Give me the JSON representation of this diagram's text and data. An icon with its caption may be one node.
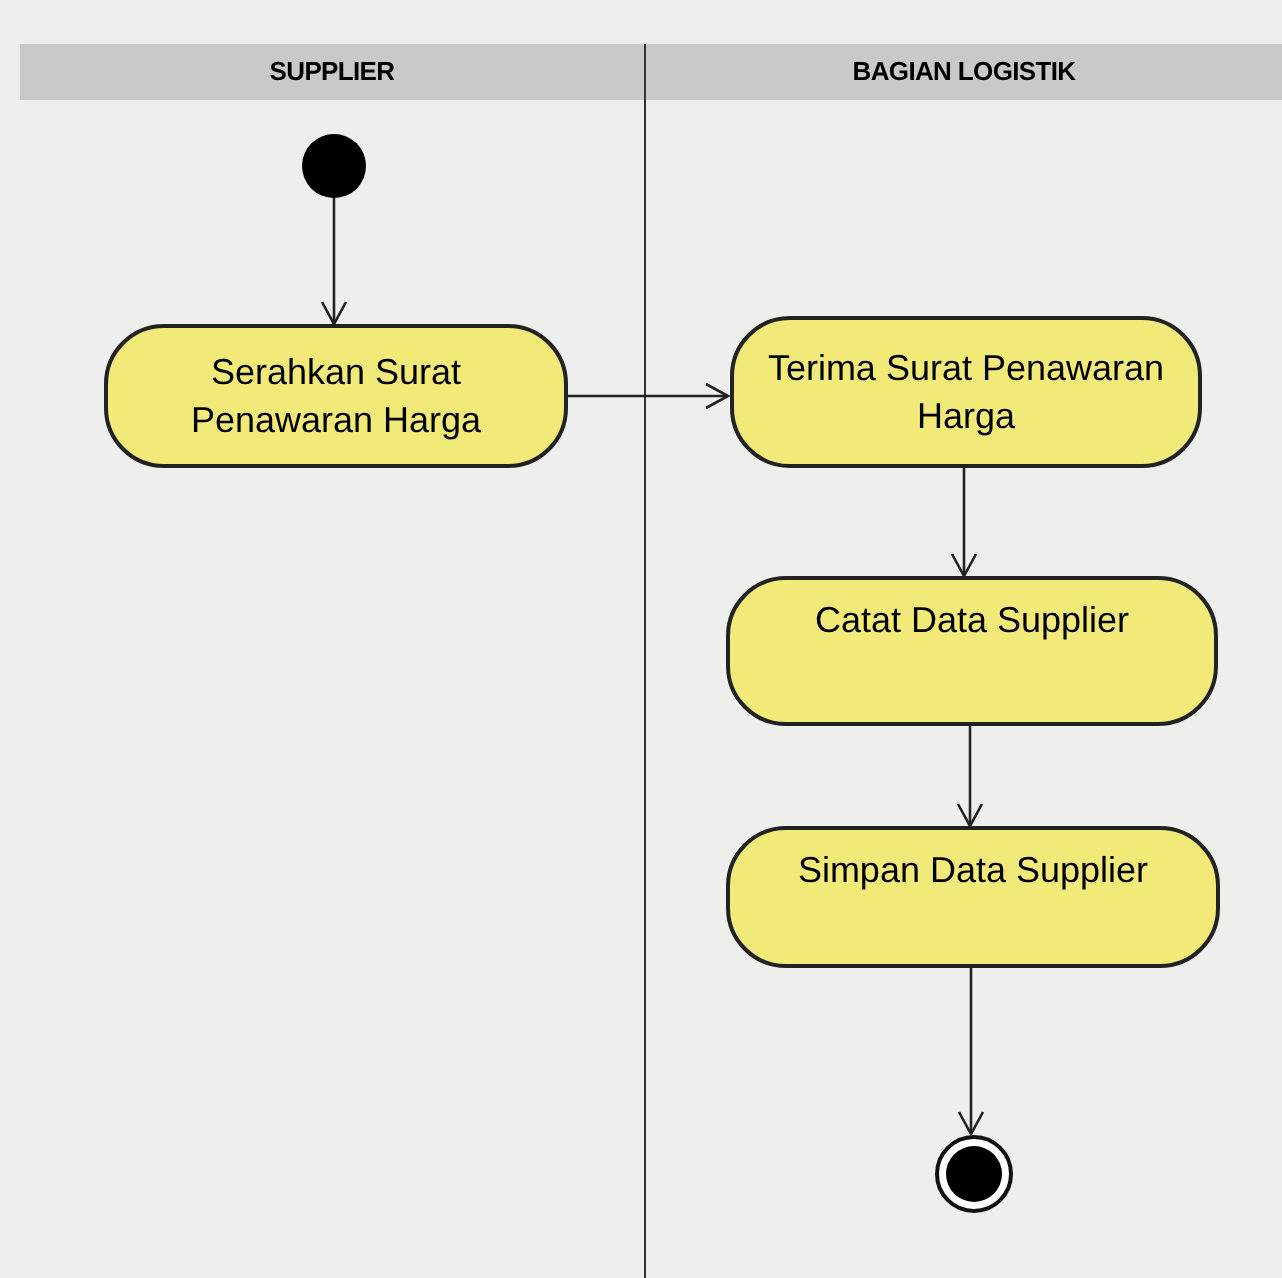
{
  "diagram": {
    "nodes": [
      {
        "text": [
          "SUPPLIER"
        ]
      },
      {
        "text": [
          "BAGIAN LOGISTIK"
        ]
      },
      {
        "text": [],
        "shape": "circle",
        "in": 0
      },
      {
        "text": [
          "Serahkan Surat Penawaran Harga"
        ],
        "in": 0
      },
      {
        "text": [
          "Terima Surat Penawaran Harga"
        ],
        "in": 1
      },
      {
        "text": [
          "Catat Data Supplier"
        ],
        "in": 1
      },
      {
        "text": [
          "Simpan Data Supplier"
        ],
        "in": 1
      },
      {
        "text": [],
        "shape": "circle",
        "in": 1
      }
    ],
    "edges": [
      {
        "from": 2,
        "to": 3,
        "arrow": "to"
      },
      {
        "from": 3,
        "to": 4,
        "arrow": "to"
      },
      {
        "from": 4,
        "to": 5,
        "arrow": "to"
      },
      {
        "from": 5,
        "to": 6,
        "arrow": "to"
      },
      {
        "from": 6,
        "to": 7,
        "arrow": "to"
      }
    ]
  }
}
